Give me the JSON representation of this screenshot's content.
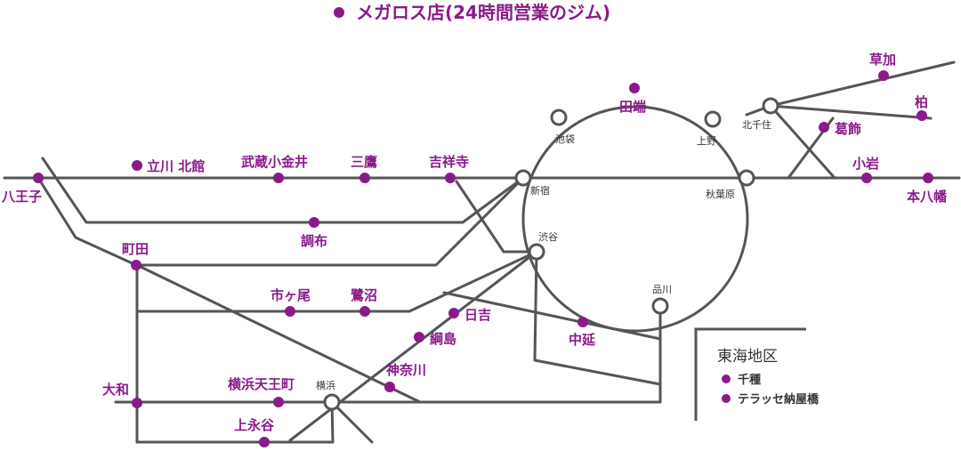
{
  "title": "メガロス店(24時間営業のジム)",
  "colors": {
    "gym": "#8a1a8a",
    "line": "#555555"
  },
  "hubs": {
    "ikebukuro": "池袋",
    "ueno": "上野",
    "kitasenju": "北千住",
    "shinjuku": "新宿",
    "akihabara": "秋葉原",
    "shibuya": "渋谷",
    "shinagawa": "品川",
    "yokohama": "横浜"
  },
  "gyms": {
    "souka": "草加",
    "kashiwa": "柏",
    "tabata": "田端",
    "katsushika": "葛飾",
    "koiwa": "小岩",
    "motoyawata": "本八幡",
    "hachioji": "八王子",
    "tachikawa": "立川 北館",
    "musashikoganei": "武蔵小金井",
    "mitaka": "三鷹",
    "kichijoji": "吉祥寺",
    "chofu": "調布",
    "machida": "町田",
    "ichigao": "市ヶ尾",
    "saginuma": "鷺沼",
    "hiyoshi": "日吉",
    "nakanobu": "中延",
    "tsunashima": "綱島",
    "kanagawa": "神奈川",
    "yamato": "大和",
    "yokohamatennocho": "横浜天王町",
    "kamienaga": "上永谷"
  },
  "legend": {
    "title": "東海地区",
    "items": [
      "千種",
      "テラッセ納屋橋"
    ]
  }
}
